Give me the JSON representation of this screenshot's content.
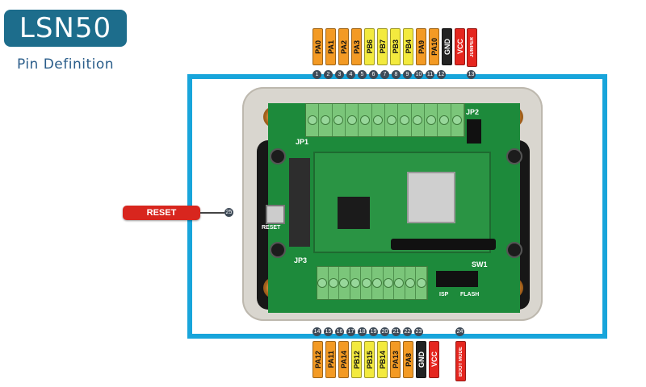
{
  "header": {
    "title": "LSN50",
    "subtitle": "Pin Definition"
  },
  "top_pins": [
    {
      "label": "PA0",
      "color": "orange",
      "num": "1"
    },
    {
      "label": "PA1",
      "color": "orange",
      "num": "2"
    },
    {
      "label": "PA2",
      "color": "orange",
      "num": "3"
    },
    {
      "label": "PA3",
      "color": "orange",
      "num": "4"
    },
    {
      "label": "PB6",
      "color": "yellow",
      "num": "5"
    },
    {
      "label": "PB7",
      "color": "yellow",
      "num": "6"
    },
    {
      "label": "PB3",
      "color": "yellow",
      "num": "7"
    },
    {
      "label": "PB4",
      "color": "yellow",
      "num": "8"
    },
    {
      "label": "PA9",
      "color": "orange",
      "num": "9"
    },
    {
      "label": "PA10",
      "color": "orange",
      "num": "10"
    },
    {
      "label": "GND",
      "color": "black",
      "num": "11"
    },
    {
      "label": "VCC",
      "color": "red",
      "num": "12"
    }
  ],
  "top_special": {
    "label": "JUMPER",
    "num": "13"
  },
  "bottom_pins": [
    {
      "label": "PA12",
      "color": "orange",
      "num": "14"
    },
    {
      "label": "PA11",
      "color": "orange",
      "num": "15"
    },
    {
      "label": "PA14",
      "color": "orange",
      "num": "16"
    },
    {
      "label": "PB12",
      "color": "yellow",
      "num": "17"
    },
    {
      "label": "PB15",
      "color": "yellow",
      "num": "18"
    },
    {
      "label": "PB14",
      "color": "yellow",
      "num": "19"
    },
    {
      "label": "PA13",
      "color": "orange",
      "num": "20"
    },
    {
      "label": "PA8",
      "color": "orange",
      "num": "21"
    },
    {
      "label": "GND",
      "color": "black",
      "num": "22"
    },
    {
      "label": "VCC",
      "color": "red",
      "num": "23"
    }
  ],
  "bottom_special": {
    "label": "BOOT MODE",
    "num": "24"
  },
  "reset": {
    "label": "RESET",
    "num": "25"
  },
  "board_labels": {
    "jp1": "JP1",
    "jp2": "JP2",
    "jp3": "JP3",
    "sw1": "SW1",
    "reset": "RESET",
    "isp": "ISP",
    "flash": "FLASH"
  },
  "colors": {
    "orange": "#f39a24",
    "yellow": "#f3ea3e",
    "black": "#222222",
    "red": "#e5261f",
    "frame": "#18a5db",
    "title_bg": "#1d6d8c"
  }
}
